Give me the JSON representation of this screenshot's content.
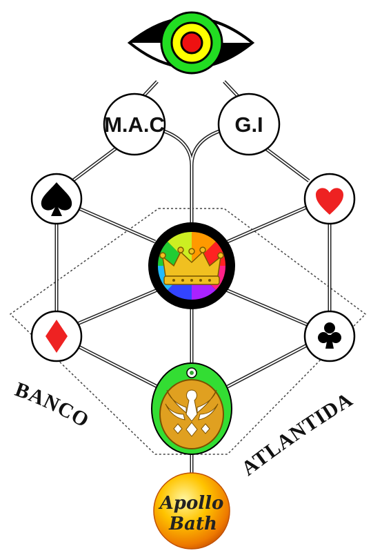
{
  "nodes": {
    "mac": "M.A.C",
    "gi": "G.I"
  },
  "labels": {
    "left": "BANCO",
    "right": "ATLANTIDA"
  },
  "apollo": {
    "line1": "Apollo",
    "line2": "Bath"
  },
  "icons": {
    "eye": "eye-icon",
    "crown": "rainbow-crown-icon",
    "phoenix": "phoenix-emblem-icon",
    "spade": "spade-icon",
    "heart": "heart-icon",
    "diamond": "diamond-icon",
    "club": "club-icon"
  },
  "colors": {
    "eye_green": "#22dd22",
    "eye_yellow": "#ffff00",
    "eye_red": "#ee1111",
    "crown_gold": "#f0c020",
    "phoenix_green": "#33dd33",
    "phoenix_gold": "#e0a020",
    "apollo_orange": "#f0a000",
    "suit_red": "#ee2222",
    "suit_black": "#000000"
  }
}
